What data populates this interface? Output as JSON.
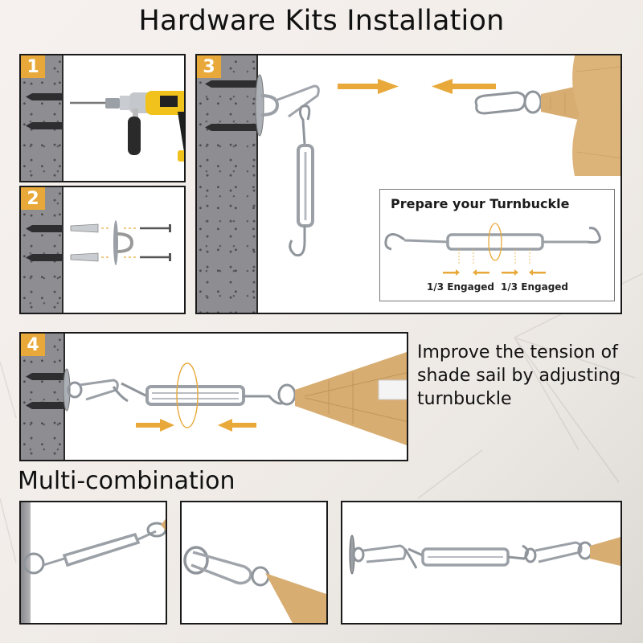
{
  "header": {
    "title": "Hardware Kits Installation"
  },
  "steps": [
    {
      "number": "1",
      "description_icon": "hammer-drill-icon"
    },
    {
      "number": "2",
      "description_icon": "anchors-pad-eye-screws-icon"
    },
    {
      "number": "3",
      "description_icon": "pad-eye-carabiner-turnbuckle-icon"
    },
    {
      "number": "4",
      "description_icon": "tensioned-turnbuckle-shade-sail-icon"
    }
  ],
  "prepare": {
    "title": "Prepare your Turnbuckle",
    "left_label": "1/3 Engaged",
    "right_label": "1/3 Engaged"
  },
  "tension_caption": {
    "line1": "Improve the tension of",
    "line2": "shade sail by adjusting",
    "line3": "turnbuckle"
  },
  "multi": {
    "title": "Multi-combination",
    "panels": [
      {
        "icon": "pad-eye-turnbuckle-sail-icon"
      },
      {
        "icon": "carabiner-sail-icon"
      },
      {
        "icon": "pad-eye-carabiner-turnbuckle-carabiner-sail-icon"
      }
    ]
  },
  "colors": {
    "accent": "#e8a93a",
    "wall": "#8d8d92",
    "sail": "#d8ad72",
    "steel": "#b8bcc2",
    "drill_yellow": "#f1c21b"
  }
}
